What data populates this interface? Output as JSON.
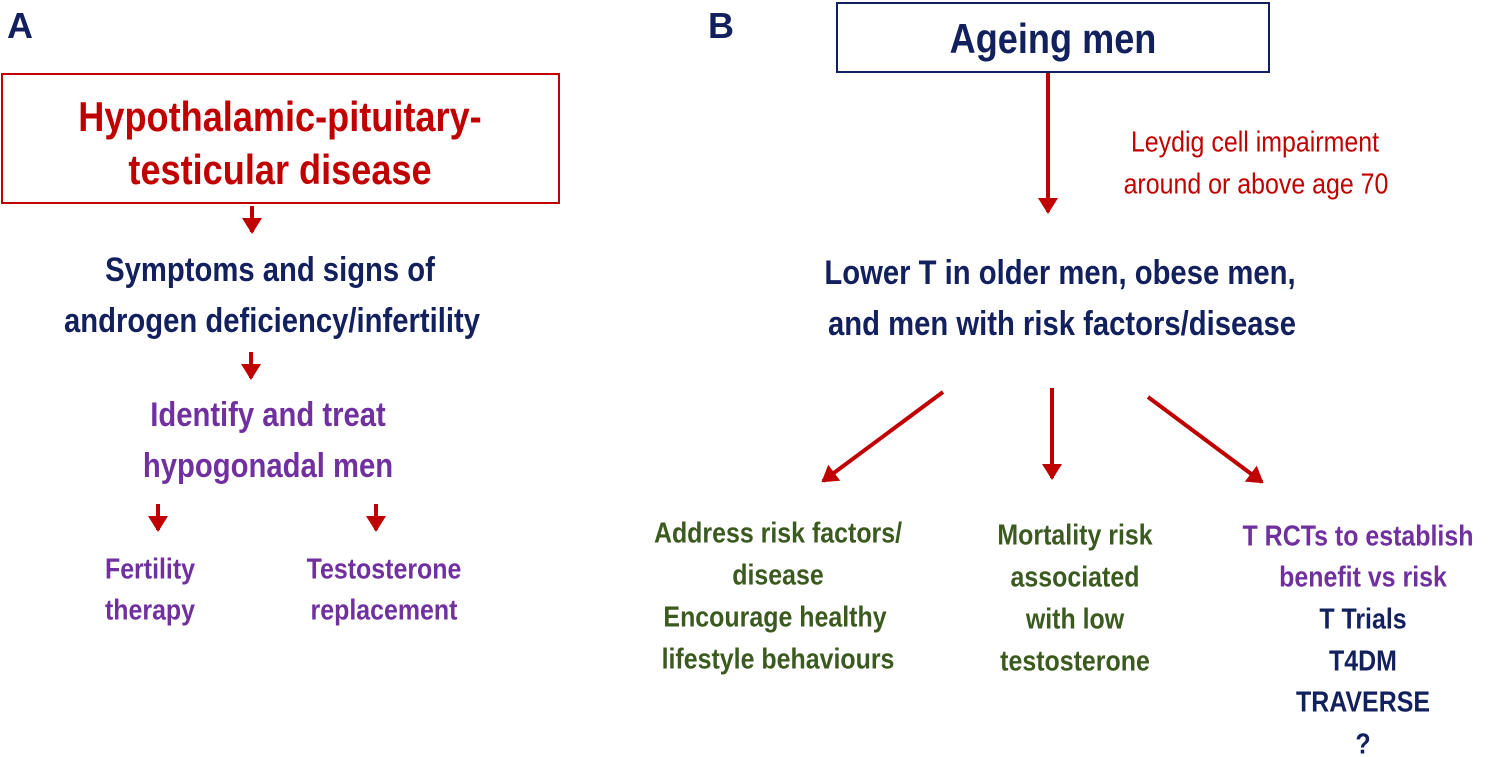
{
  "colors": {
    "navy": "#13205e",
    "red": "#c00000",
    "purple": "#7030a0",
    "green": "#3b5a1f"
  },
  "panel_a": {
    "label": "A",
    "box_lines": [
      "Hypothalamic-pituitary-",
      "testicular disease"
    ],
    "symptoms_lines": [
      "Symptoms and signs of",
      "androgen deficiency/infertility"
    ],
    "identify_lines": [
      "Identify and treat",
      "hypogonadal men"
    ],
    "fertility_lines": [
      "Fertility",
      "therapy"
    ],
    "testosterone_lines": [
      "Testosterone",
      "replacement"
    ]
  },
  "panel_b": {
    "label": "B",
    "box_title": "Ageing men",
    "leydig_lines": [
      "Leydig cell impairment",
      "around or above age 70"
    ],
    "lower_t_lines": [
      "Lower T in older men, obese men,",
      "and men with risk factors/disease"
    ],
    "address_lines": [
      "Address risk factors/",
      "disease",
      "Encourage healthy",
      "lifestyle behaviours"
    ],
    "mortality_lines": [
      "Mortality risk",
      "associated",
      "with low",
      "testosterone"
    ],
    "rct_lines": [
      "T RCTs to establish",
      "benefit vs risk"
    ],
    "trials": [
      "T Trials",
      "T4DM",
      "TRAVERSE",
      "?"
    ]
  }
}
